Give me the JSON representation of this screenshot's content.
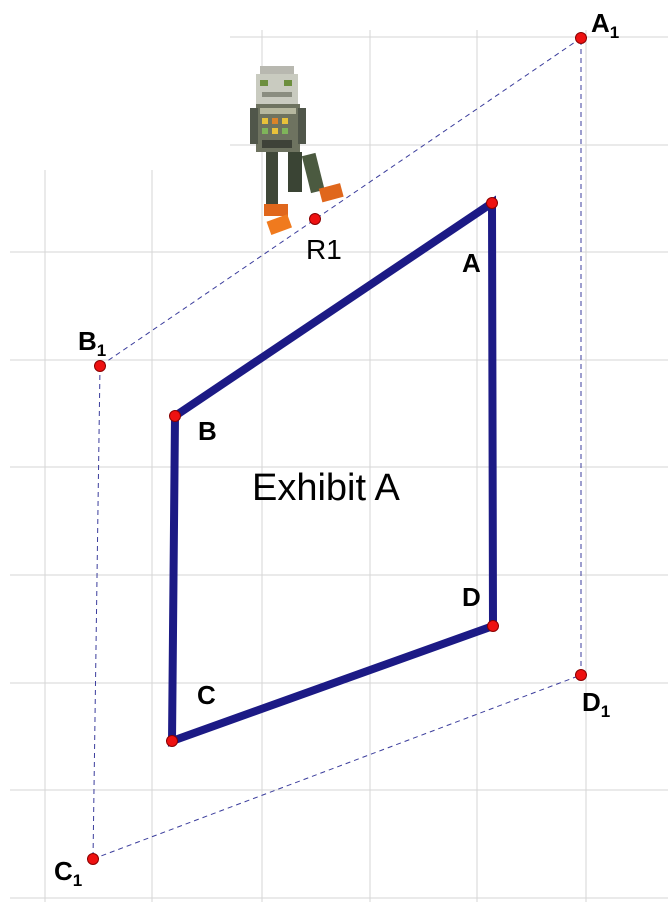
{
  "title": "Exhibit A",
  "robot_label": "R1",
  "vertex_labels": {
    "A": "A",
    "B": "B",
    "C": "C",
    "D": "D"
  },
  "image_labels": {
    "A1": {
      "base": "A",
      "sub": "1"
    },
    "B1": {
      "base": "B",
      "sub": "1"
    },
    "C1": {
      "base": "C",
      "sub": "1"
    },
    "D1": {
      "base": "D",
      "sub": "1"
    }
  },
  "colors": {
    "shape_stroke": "#1c1a85",
    "dashed": "#3b3d9c",
    "point_fill": "#ee1111",
    "grid": "#d6d6d6"
  },
  "icons": {
    "robot": "robot-icon"
  }
}
